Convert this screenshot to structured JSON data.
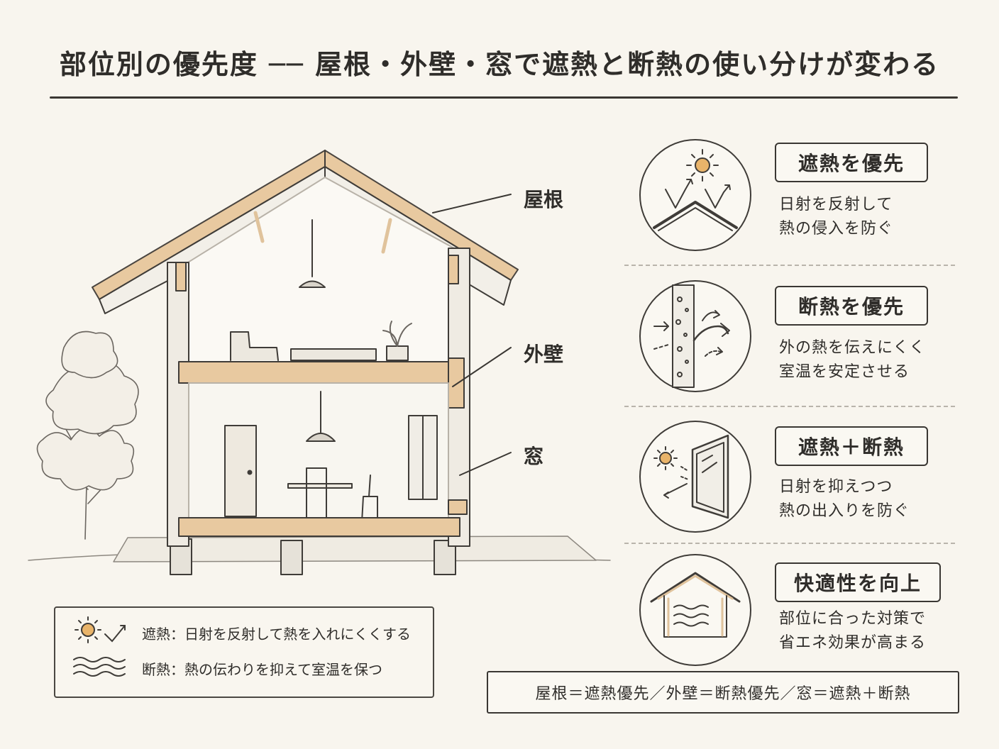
{
  "title": "部位別の優先度 ── 屋根・外壁・窓で遮熱と断熱の使い分けが変わる",
  "callouts": {
    "roof": "屋根",
    "wall": "外壁",
    "window": "窓"
  },
  "legend": {
    "shading": "遮熱：日射を反射して熱を入れにくくする",
    "insulation": "断熱：熱の伝わりを抑えて室温を保つ"
  },
  "panels": [
    {
      "badge": "遮熱を優先",
      "line1": "日射を反射して",
      "line2": "熱の侵入を防ぐ",
      "icon": "sun-reflect-roof-icon"
    },
    {
      "badge": "断熱を優先",
      "line1": "外の熱を伝えにくく",
      "line2": "室温を安定させる",
      "icon": "insulated-wall-icon"
    },
    {
      "badge": "遮熱＋断熱",
      "line1": "日射を抑えつつ",
      "line2": "熱の出入りを防ぐ",
      "icon": "sun-window-icon"
    },
    {
      "badge": "快適性を向上",
      "line1": "部位に合った対策で",
      "line2": "省エネ効果が高まる",
      "icon": "house-comfort-icon"
    }
  ],
  "summary": "屋根＝遮熱優先／外壁＝断熱優先／窓＝遮熱＋断熱",
  "colors": {
    "ink": "#2f2d2a",
    "wood": "#e8c9a0",
    "sun": "#e9b46a",
    "paper": "#f8f5ee"
  }
}
